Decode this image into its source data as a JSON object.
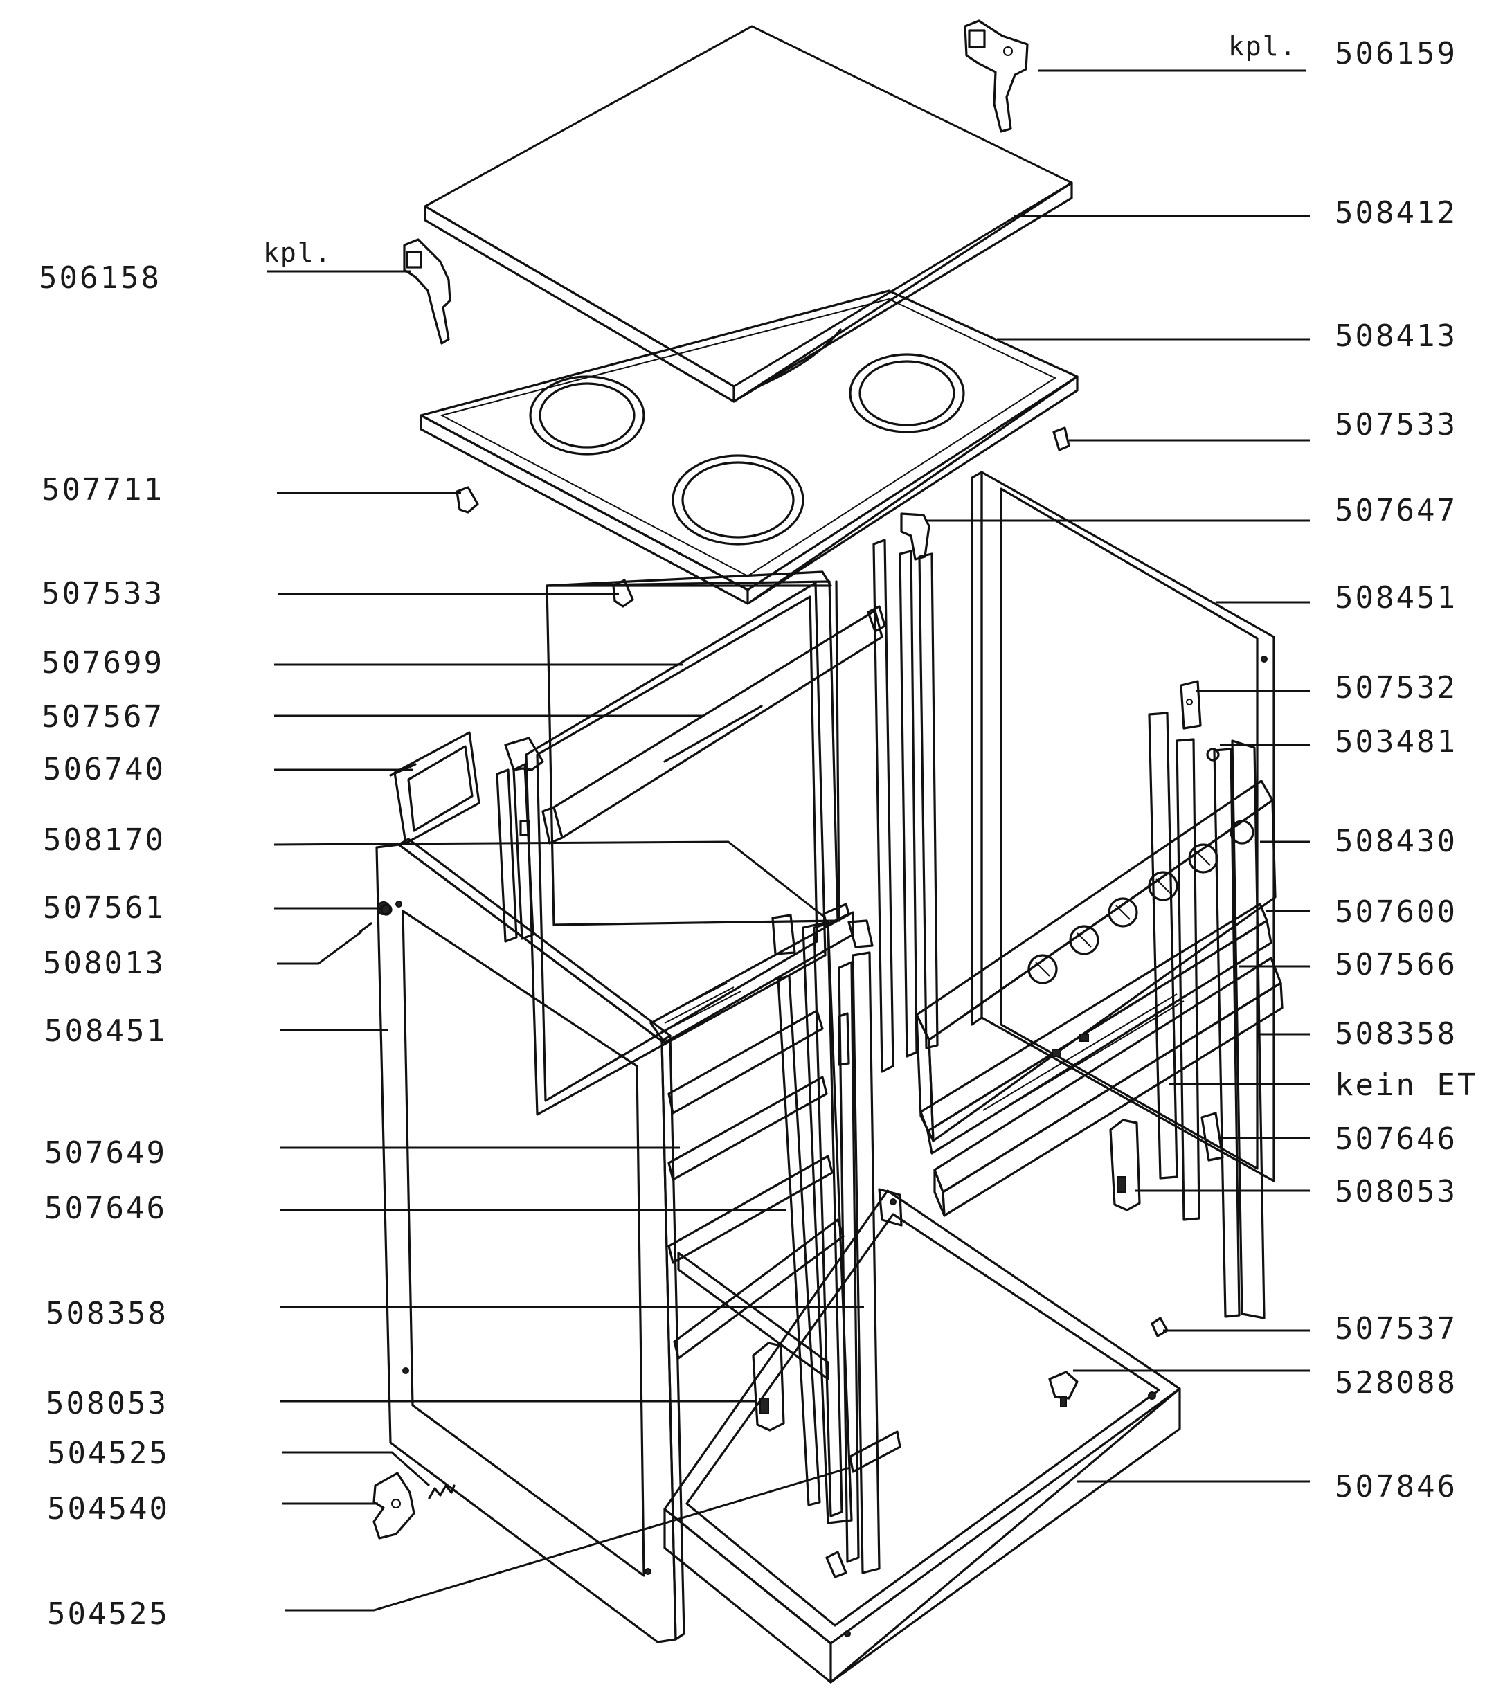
{
  "diagram": {
    "left_labels": {
      "506158": "506158",
      "507711": "507711",
      "507533": "507533",
      "507699": "507699",
      "507567": "507567",
      "506740": "506740",
      "508170": "508170",
      "507561": "507561",
      "508013": "508013",
      "508451": "508451",
      "507649": "507649",
      "507646": "507646",
      "508358": "508358",
      "508053": "508053",
      "504525_a": "504525",
      "504540": "504540",
      "504525_b": "504525"
    },
    "right_labels": {
      "506159": "506159",
      "508412": "508412",
      "508413": "508413",
      "507533": "507533",
      "507647": "507647",
      "508451": "508451",
      "507532": "507532",
      "503481": "503481",
      "508430": "508430",
      "507600": "507600",
      "507566": "507566",
      "508358": "508358",
      "kein_et": "kein ET",
      "507646": "507646",
      "508053": "508053",
      "507537": "507537",
      "528088": "528088",
      "507846": "507846"
    },
    "kpl_left": "kpl.",
    "kpl_right": "kpl."
  }
}
